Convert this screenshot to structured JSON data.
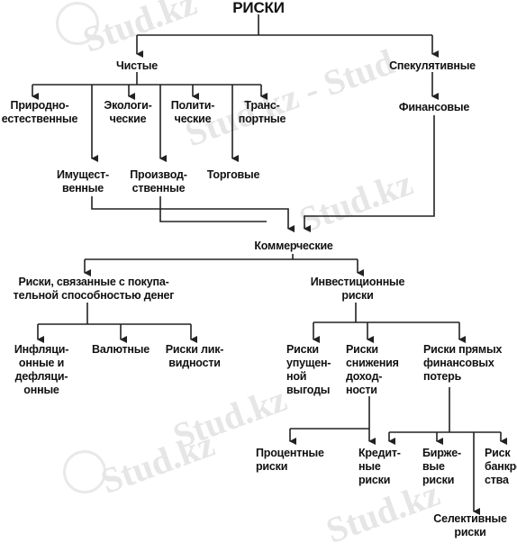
{
  "colors": {
    "line": "#222222",
    "watermark": "#e6e6e6"
  },
  "watermark_text": "Stud.kz",
  "watermark_text_alt": "Stud.kz - Stud",
  "nodes": {
    "root": "РИСКИ",
    "pure": "Чистые",
    "speculative": "Спекулятивные",
    "natural": "Природно-\nестественные",
    "ecological": "Экологи-\nческие",
    "political": "Полити-\nческие",
    "transport": "Транс-\nпортные",
    "financial": "Финансовые",
    "property": "Имущест-\nвенные",
    "production": "Производ-\nственные",
    "trade": "Торговые",
    "commercial": "Коммерческие",
    "purchasing_power": "Риски, связанные с покупа-\nтельной способностью денег",
    "investment": "Инвестиционные\nриски",
    "inflation": "Инфляци-\nонные и\nдефляци-\nонные",
    "currency": "Валютные",
    "liquidity": "Риски лик-\nвидности",
    "lost_profit": "Риски\nупущен-\nной\nвыгоды",
    "income_decrease": "Риски\nснижения\nдоход-\nности",
    "direct_loss": "Риски прямых\nфинансовых\nпотерь",
    "interest": "Процентные\nриски",
    "credit": "Кредит-\nные\nриски",
    "exchange": "Биржe-\nвые\nриски",
    "bankruptcy": "Риск\nбанкрот-\nства",
    "selective": "Селективные\nриски"
  }
}
